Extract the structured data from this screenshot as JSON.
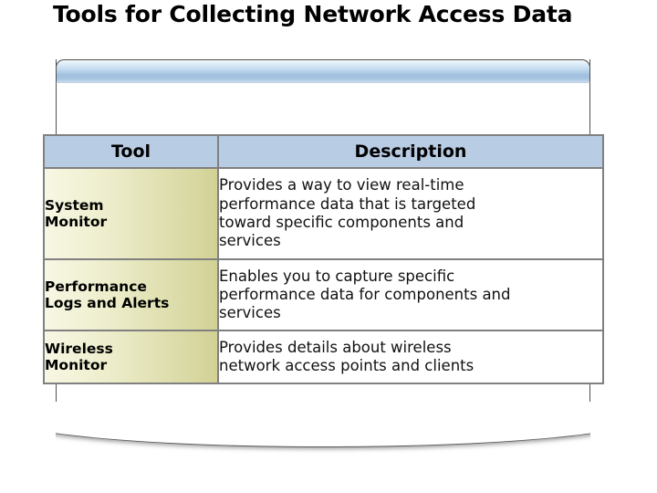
{
  "slide": {
    "title": "Tools for Collecting Network Access Data"
  },
  "panel": {
    "titlebar_label": ""
  },
  "table": {
    "headers": {
      "tool": "Tool",
      "description": "Description"
    },
    "rows": [
      {
        "tool": "System\nMonitor",
        "description": "Provides a way to view real-time\nperformance data that is targeted\ntoward specific components and\nservices"
      },
      {
        "tool": "Performance\nLogs and Alerts",
        "description": "Enables you to capture specific\nperformance data for components and\nservices"
      },
      {
        "tool": "Wireless\nMonitor",
        "description": "Provides details about wireless\nnetwork access points and clients"
      }
    ]
  },
  "colors": {
    "header_fill": "#b8cce4",
    "tool_fill_light": "#f7f7e4",
    "tool_fill_dark": "#d2d295",
    "table_border": "#808080",
    "titlebar_blue": "#9fc0de",
    "text": "#000000"
  }
}
